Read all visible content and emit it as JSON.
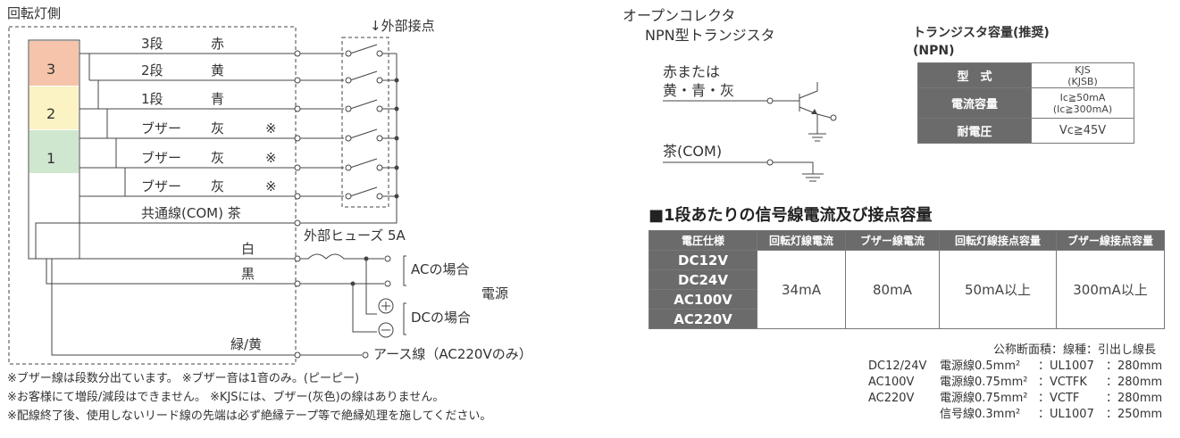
{
  "lamp": {
    "title": "回転灯側",
    "tiers": [
      "3",
      "2",
      "1"
    ],
    "colors": {
      "tier3": "#f5c4aa",
      "tier2": "#fbf3c4",
      "tier1": "#cfe6cf"
    }
  },
  "wires": [
    {
      "tier": "3段",
      "color": "赤",
      "mark": ""
    },
    {
      "tier": "2段",
      "color": "黄",
      "mark": ""
    },
    {
      "tier": "1段",
      "color": "青",
      "mark": ""
    },
    {
      "tier": "ブザー",
      "color": "灰",
      "mark": "※"
    },
    {
      "tier": "ブザー",
      "color": "灰",
      "mark": "※"
    },
    {
      "tier": "ブザー",
      "color": "灰",
      "mark": "※"
    }
  ],
  "common_wire": "共通線(COM) 茶",
  "white_wire": "白",
  "black_wire": "黒",
  "earth_wire_color": "緑/黄",
  "external_contact": "↓外部接点",
  "fuse_label": "外部ヒューズ 5A",
  "ac_label": "ACの場合",
  "dc_label": "DCの場合",
  "power_label": "電源",
  "earth_label": "アース線（AC220Vのみ）",
  "notes": [
    "※ブザー線は段数分出ています。 ※ブザー音は1音のみ。(ピーピー)",
    "※お客様にて増段/減段はできません。 ※KJSには、ブザー(灰色)の線はありません。",
    "※配線終了後、使用しないリード線の先端は必ず絶縁テープ等で絶縁処理を施してください。"
  ],
  "open_collector": {
    "title_line1": "オープンコレクタ",
    "title_line2": "NPN型トランジスタ",
    "signal_line1": "赤または",
    "signal_line2": "黄・青・灰",
    "com": "茶(COM)"
  },
  "transistor_table": {
    "title": "トランジスタ容量(推奨)",
    "subtitle": "(NPN)",
    "rows": [
      {
        "label": "型　式",
        "value_line1": "KJS",
        "value_line2": "(KJSB)"
      },
      {
        "label": "電流容量",
        "value_line1": "Ic≧50mA",
        "value_line2": "(Ic≧300mA)"
      },
      {
        "label": "耐電圧",
        "value_line1": "Vc≧45V",
        "value_line2": ""
      }
    ]
  },
  "signal_table": {
    "title": "■1段あたりの信号線電流及び接点容量",
    "headers": [
      "電圧仕様",
      "回転灯線電流",
      "ブザー線電流",
      "回転灯線接点容量",
      "ブザー線接点容量"
    ],
    "voltages": [
      "DC12V",
      "DC24V",
      "AC100V",
      "AC220V"
    ],
    "values": [
      "34mA",
      "80mA",
      "50mA以上",
      "300mA以上"
    ]
  },
  "cable_spec": {
    "header": "公称断面積：線種：引出し線長",
    "rows": [
      {
        "voltage": "DC12/24V",
        "wire": "電源線0.5mm²",
        "type": "：UL1007",
        "length": "：280mm"
      },
      {
        "voltage": "AC100V",
        "wire": "電源線0.75mm²",
        "type": "：VCTFK",
        "length": "：280mm"
      },
      {
        "voltage": "AC220V",
        "wire": "電源線0.75mm²",
        "type": "：VCTF",
        "length": "：280mm"
      },
      {
        "voltage": "",
        "wire": "信号線0.3mm²",
        "type": "：UL1007",
        "length": "：250mm"
      }
    ]
  }
}
